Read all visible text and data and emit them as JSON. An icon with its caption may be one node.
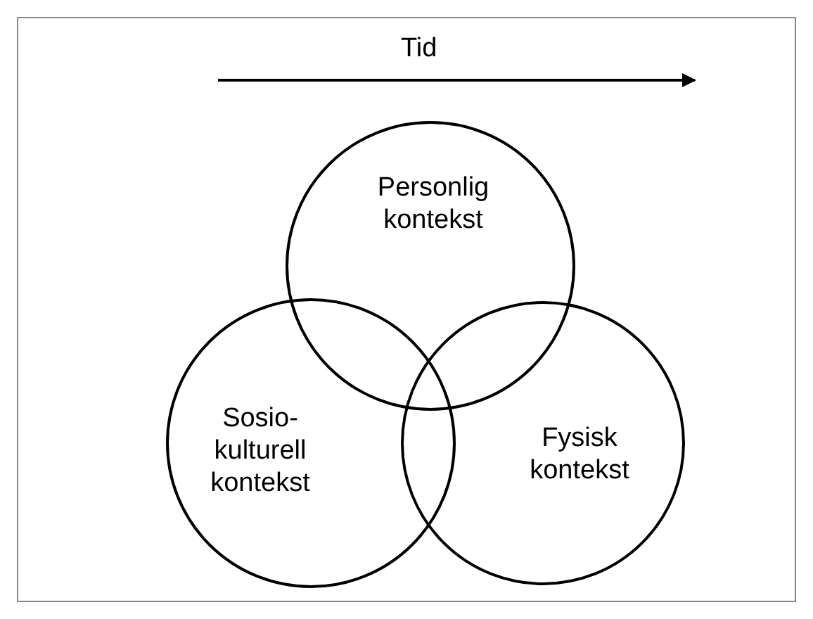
{
  "diagram": {
    "nodes": [
      {
        "text": [
          "Personlig kontekst"
        ]
      },
      {
        "text": [
          "Sosio-kulturell kontekst"
        ]
      },
      {
        "text": [
          "Fysisk kontekst"
        ]
      }
    ],
    "labels": [
      "Tid"
    ]
  }
}
